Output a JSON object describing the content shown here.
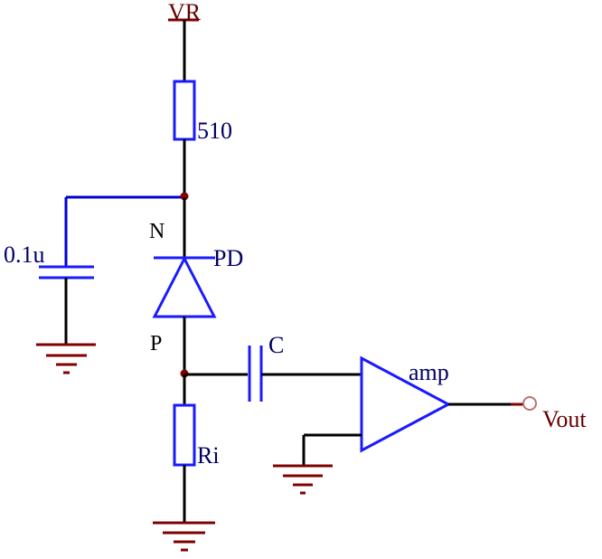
{
  "labels": {
    "supply": "VR",
    "resistor_top": "510",
    "node_n": "N",
    "capacitor_left": "0.1u",
    "photodiode": "PD",
    "node_p": "P",
    "capacitor_coupling": "C",
    "amplifier": "amp",
    "resistor_bottom": "Ri",
    "output": "Vout"
  },
  "colors": {
    "wire": "#000000",
    "component": "#1a1aff",
    "ground": "#800000",
    "label_blue": "#000066",
    "label_red": "#660000"
  }
}
